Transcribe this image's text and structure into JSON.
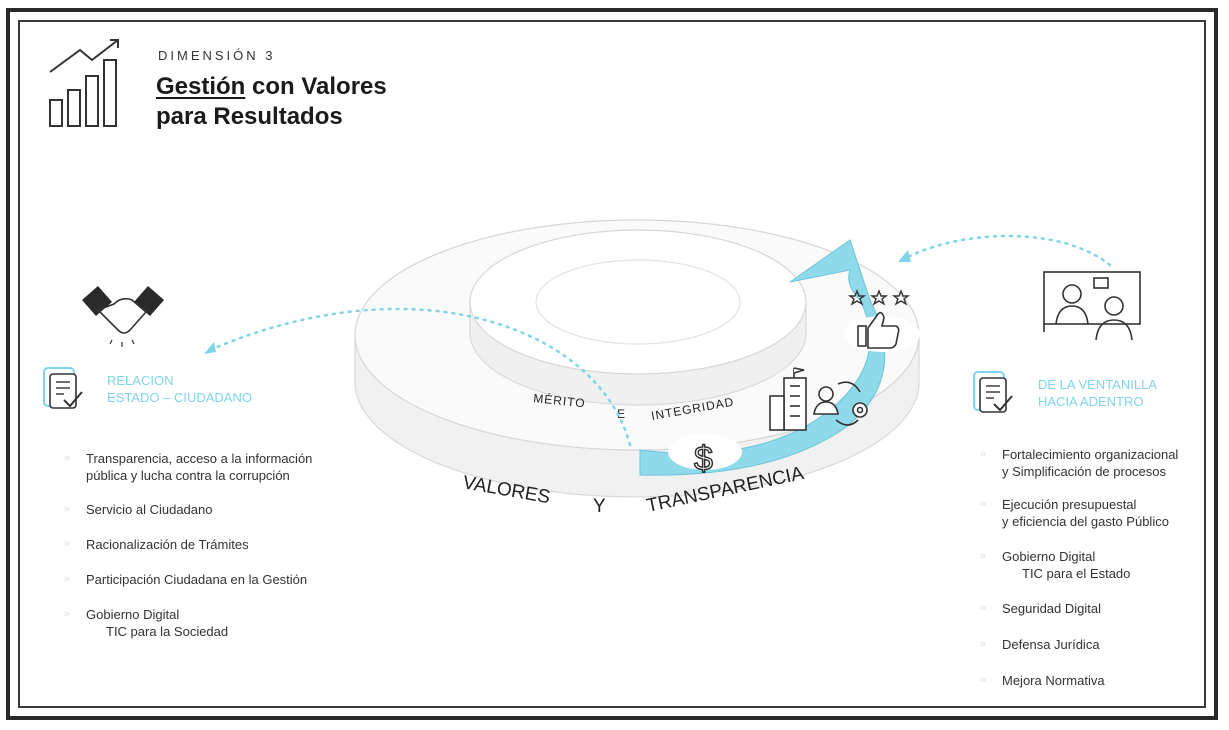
{
  "header": {
    "kicker": "DIMENSIÓN 3",
    "title_underlined": "Gestión",
    "title_rest": " con Valores",
    "title_line2": "para Resultados"
  },
  "left": {
    "heading_line1": "RELACION",
    "heading_line2": "ESTADO – CIUDADANO",
    "items": [
      {
        "text": "Transparencia, acceso a la información pública y lucha contra la corrupción",
        "sub": ""
      },
      {
        "text": "Servicio al Ciudadano",
        "sub": ""
      },
      {
        "text": "Racionalización de Trámites",
        "sub": ""
      },
      {
        "text": "Participación Ciudadana en la Gestión",
        "sub": ""
      },
      {
        "text": "Gobierno Digital",
        "sub": "TIC para la Sociedad"
      }
    ]
  },
  "right": {
    "heading_line1": "DE LA VENTANILLA",
    "heading_line2": "HACIA ADENTRO",
    "items": [
      {
        "text": "Fortalecimiento organizacional",
        "sub": "y Simplificación de procesos"
      },
      {
        "text": "Ejecución presupuestal",
        "sub": "y eficiencia del gasto Público"
      },
      {
        "text": "Gobierno Digital",
        "sub": "TIC para el Estado"
      },
      {
        "text": "Seguridad Digital",
        "sub": ""
      },
      {
        "text": "Defensa Jurídica",
        "sub": ""
      },
      {
        "text": "Mejora Normativa",
        "sub": ""
      }
    ]
  },
  "ring": {
    "inner_word1": "MÉRITO",
    "inner_word2": "E",
    "inner_word3": "INTEGRIDAD",
    "outer_word1": "VALORES",
    "outer_word2": "Y",
    "outer_word3": "TRANSPARENCIA",
    "dollar": "$"
  },
  "colors": {
    "accent": "#7fd4e8",
    "text": "#333333",
    "frame": "#2a2a2a"
  }
}
